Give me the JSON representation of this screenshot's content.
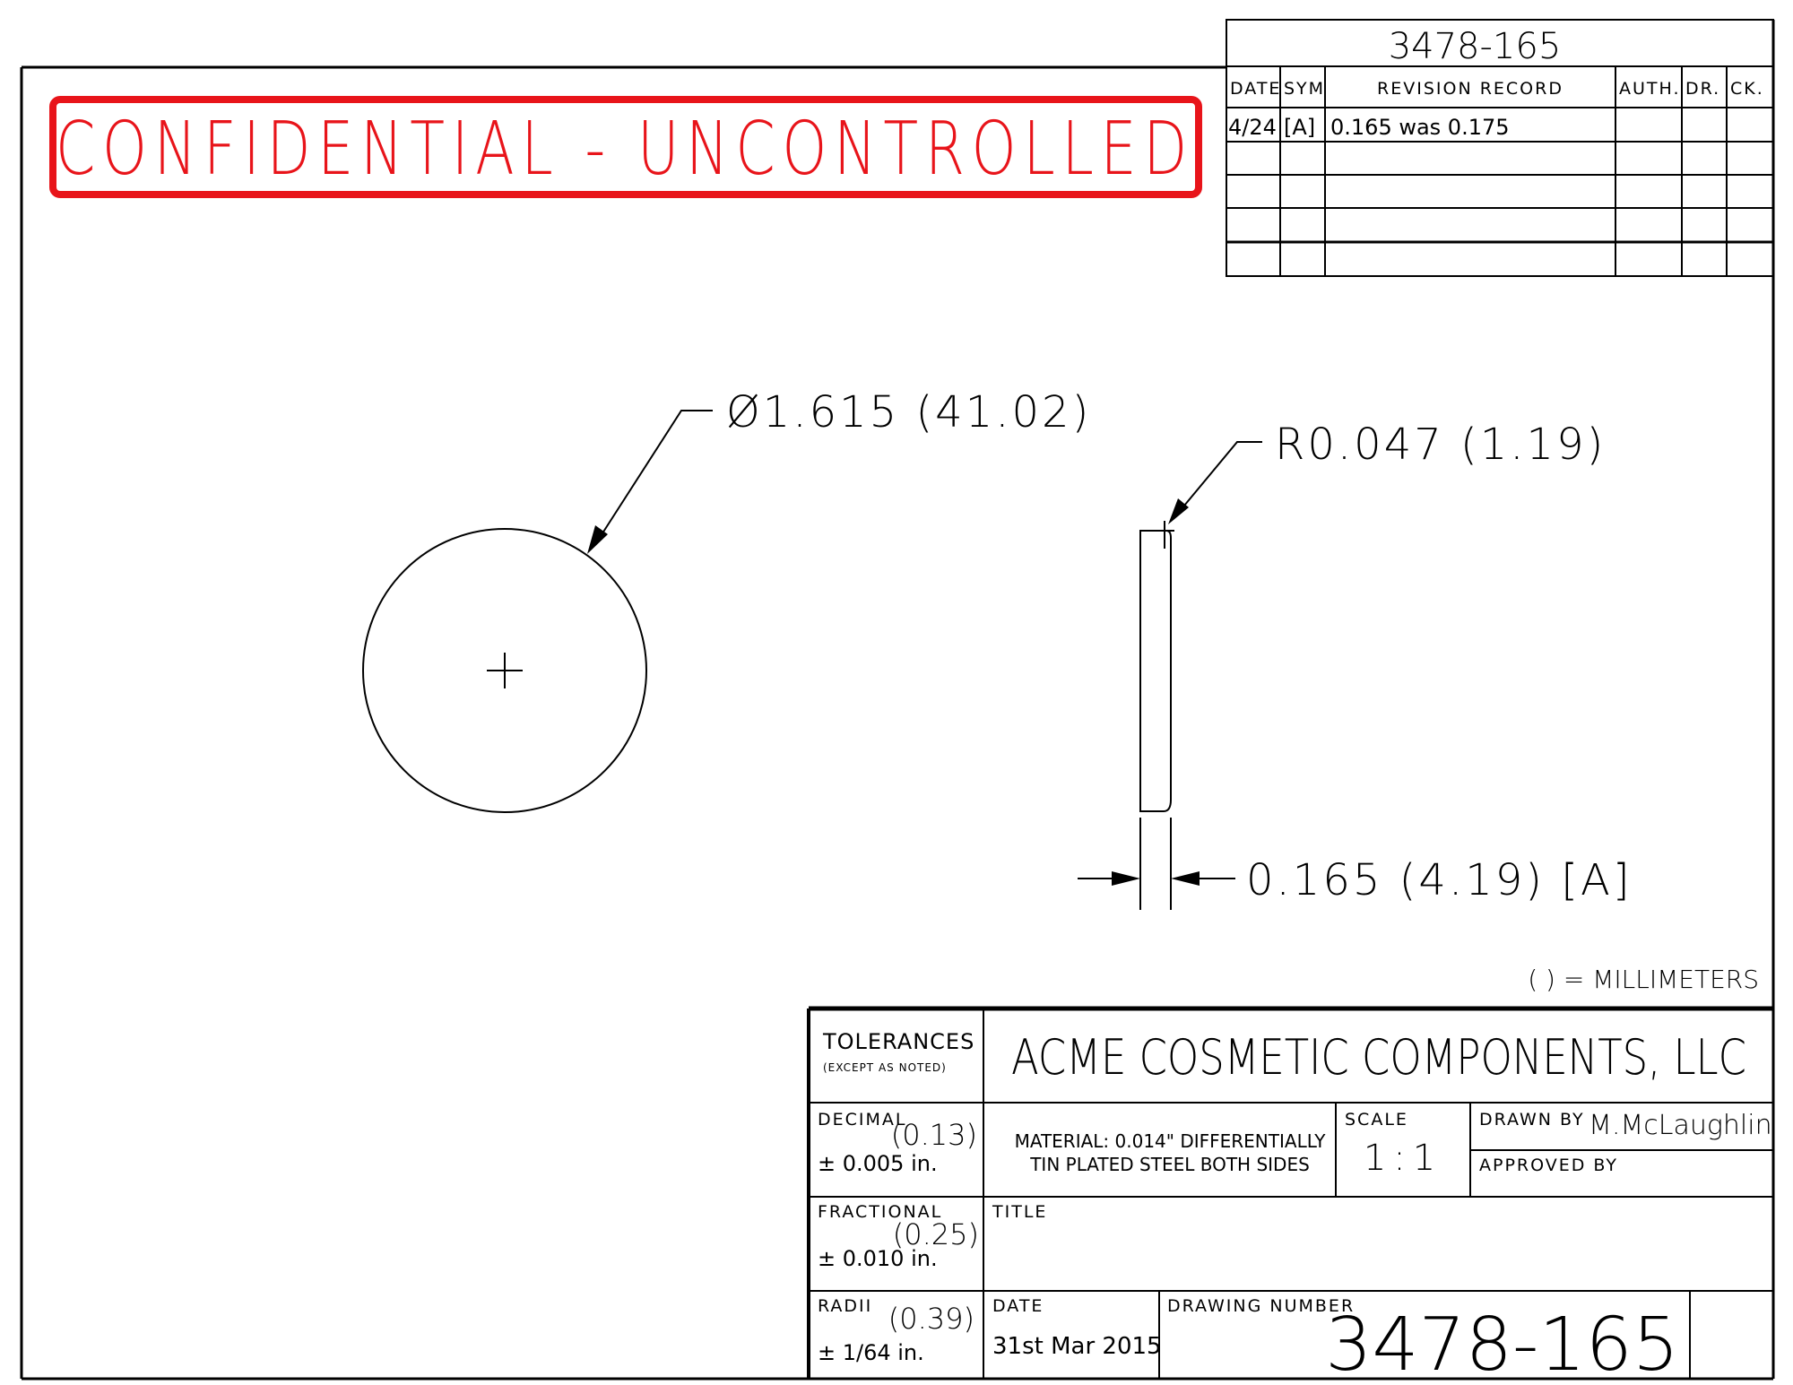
{
  "drawing_number_top": "3478-165",
  "stamp": {
    "text": "CONFIDENTIAL - UNCONTROLLED",
    "color": "#e8141a"
  },
  "revision_table": {
    "headers": [
      "DATE",
      "SYM",
      "REVISION RECORD",
      "AUTH.",
      "DR.",
      "CK."
    ],
    "rows": [
      {
        "date": "4/24",
        "sym": "[A]",
        "record": "0.165 was 0.175",
        "auth": "",
        "dr": "",
        "ck": ""
      }
    ]
  },
  "dimensions": {
    "diameter": "Ø1.615 (41.02)",
    "radius": "R0.047 (1.19)",
    "thickness": "0.165 (4.19) [A]",
    "units_note": "( ) = MILLIMETERS"
  },
  "title_block": {
    "tolerances_label": "TOLERANCES",
    "tolerances_sub": "(EXCEPT AS NOTED)",
    "company": "ACME COSMETIC COMPONENTS, LLC",
    "decimal_label": "DECIMAL",
    "decimal_mm": "(0.13)",
    "decimal_value": "± 0.005 in.",
    "material_line1": "MATERIAL: 0.014\" DIFFERENTIALLY",
    "material_line2": "TIN PLATED STEEL BOTH SIDES",
    "scale_label": "SCALE",
    "scale_value": "1:1",
    "drawn_by_label": "DRAWN BY",
    "drawn_by_value": "M.McLaughlin",
    "approved_by_label": "APPROVED BY",
    "fractional_label": "FRACTIONAL",
    "fractional_mm": "(0.25)",
    "fractional_value": "± 0.010 in.",
    "title_label": "TITLE",
    "radii_label": "RADII",
    "radii_mm": "(0.39)",
    "radii_value": "± 1/64 in.",
    "date_label": "DATE",
    "date_value": "31st Mar 2015",
    "drawing_number_label": "DRAWING NUMBER",
    "drawing_number_value": "3478-165"
  }
}
